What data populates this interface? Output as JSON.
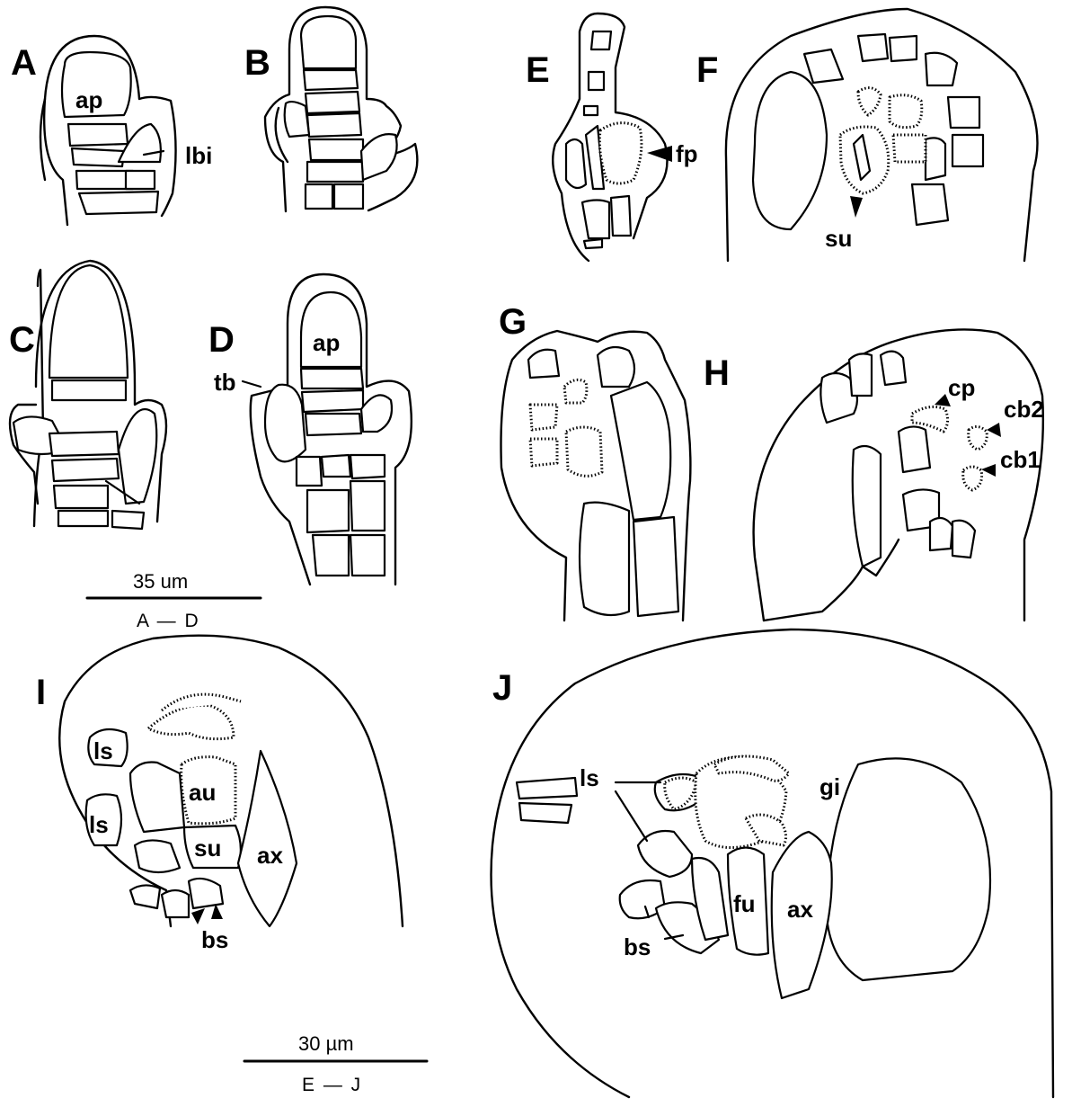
{
  "panels": {
    "A": "A",
    "B": "B",
    "C": "C",
    "D": "D",
    "E": "E",
    "F": "F",
    "G": "G",
    "H": "H",
    "I": "I",
    "J": "J"
  },
  "labels": {
    "ap": "ap",
    "lbi": "lbi",
    "tb": "tb",
    "fp": "fp",
    "su": "su",
    "cp": "cp",
    "cb2": "cb2",
    "cb1": "cb1",
    "ls": "ls",
    "au": "au",
    "ax": "ax",
    "bs": "bs",
    "gi": "gi",
    "fu": "fu"
  },
  "scale_bars": {
    "ad": {
      "length": "35 um",
      "panels": "A — D"
    },
    "ej": {
      "length": "30 µm",
      "panels": "E — J"
    }
  }
}
